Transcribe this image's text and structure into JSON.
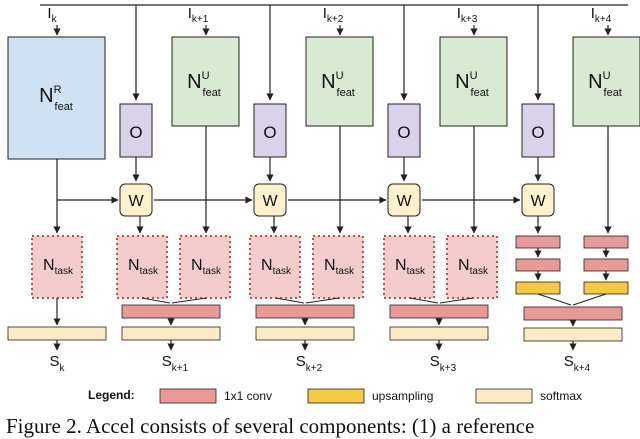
{
  "frames": [
    {
      "name": "I",
      "sub": "k"
    },
    {
      "name": "I",
      "sub": "k+1"
    },
    {
      "name": "I",
      "sub": "k+2"
    },
    {
      "name": "I",
      "sub": "k+3"
    },
    {
      "name": "I",
      "sub": "k+4"
    }
  ],
  "ref_feat": {
    "base": "N",
    "sup": "R",
    "sub": "feat"
  },
  "upd_feat": {
    "base": "N",
    "sup": "U",
    "sub": "feat"
  },
  "op_o": "O",
  "op_w": "W",
  "task": {
    "base": "N",
    "sub": "task"
  },
  "outputs": [
    {
      "name": "S",
      "sub": "k"
    },
    {
      "name": "S",
      "sub": "k+1"
    },
    {
      "name": "S",
      "sub": "k+2"
    },
    {
      "name": "S",
      "sub": "k+3"
    },
    {
      "name": "S",
      "sub": "k+4"
    }
  ],
  "legend": {
    "title": "Legend:",
    "items": [
      {
        "label": "1x1 conv",
        "color": "#ea9999"
      },
      {
        "label": "upsampling",
        "color": "#f6c945"
      },
      {
        "label": "softmax",
        "color": "#fcebc4"
      }
    ]
  },
  "colors": {
    "ref_feat_fill": "#cfe2f3",
    "upd_feat_fill": "#d9ead3",
    "o_fill": "#d9d2e9",
    "w_fill": "#fff2cc",
    "task_fill": "#f4cccc",
    "conv_fill": "#ea9999",
    "up_fill": "#f6c945",
    "softmax_fill": "#fcebc4"
  },
  "caption": "Figure 2. Accel consists of several components: (1) a reference"
}
